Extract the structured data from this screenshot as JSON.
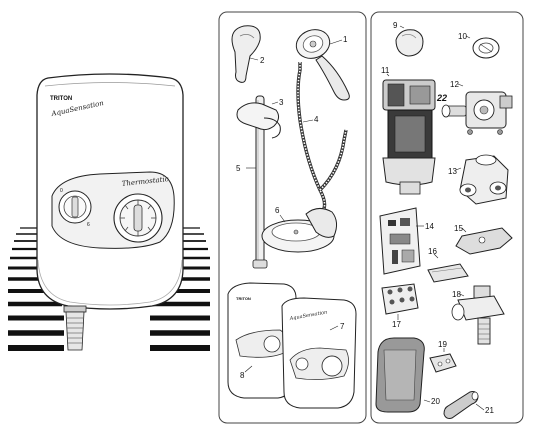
{
  "product": {
    "brand": "TRITON",
    "model_script": "AquaSensation",
    "dial_label": "Thermostatic"
  },
  "part_numbers": {
    "p1": "1",
    "p2": "2",
    "p3": "3",
    "p4": "4",
    "p5": "5",
    "p6": "6",
    "p7": "7",
    "p8": "8",
    "p9": "9",
    "p10": "10",
    "p11": "11",
    "p12": "12",
    "p13": "13",
    "p14": "14",
    "p15": "15",
    "p16": "16",
    "p17": "17",
    "p18": "18",
    "p19": "19",
    "p20": "20",
    "p21": "21",
    "p22": "22"
  },
  "colors": {
    "outline": "#222222",
    "fill": "#ffffff",
    "shade": "#bbbbbb"
  }
}
